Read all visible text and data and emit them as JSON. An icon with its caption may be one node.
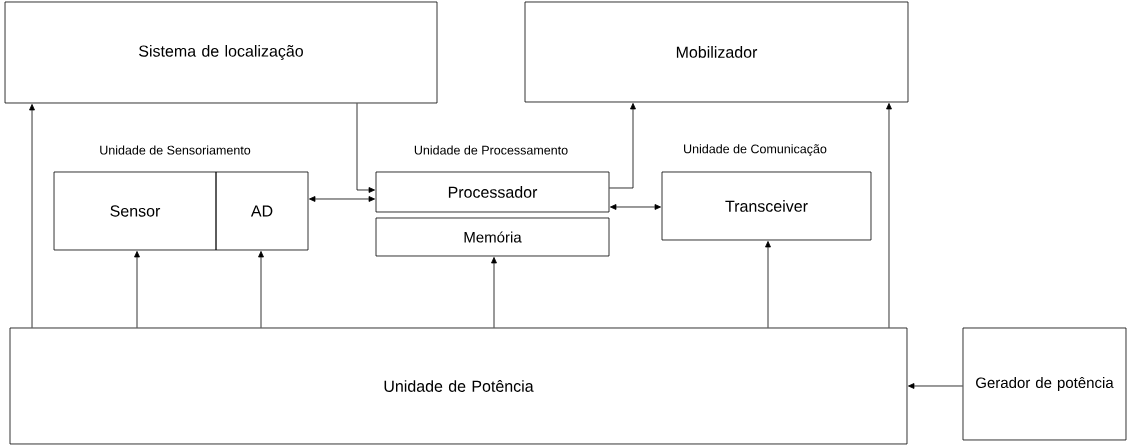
{
  "diagram": {
    "nodes": [
      {
        "text": [
          "Sistema de localização"
        ]
      },
      {
        "text": [
          "Mobilizador"
        ]
      },
      {
        "text": [
          "Sensor"
        ]
      },
      {
        "text": [
          "AD"
        ]
      },
      {
        "text": [
          "Processador"
        ]
      },
      {
        "text": [
          "Memória"
        ]
      },
      {
        "text": [
          "Transceiver"
        ]
      },
      {
        "text": [
          "Unidade de Potência"
        ]
      },
      {
        "text": [
          "Gerador de potência"
        ]
      }
    ],
    "edges": [
      {
        "from": 0,
        "to": 4,
        "arrow": "to"
      },
      {
        "from": 3,
        "to": 4,
        "arrow": "both"
      },
      {
        "from": 4,
        "to": 1,
        "arrow": "to"
      },
      {
        "from": 4,
        "to": 6,
        "arrow": "both"
      },
      {
        "from": 7,
        "to": 0,
        "arrow": "to"
      },
      {
        "from": 7,
        "to": 2,
        "arrow": "to"
      },
      {
        "from": 7,
        "to": 3,
        "arrow": "to"
      },
      {
        "from": 7,
        "to": 5,
        "arrow": "to"
      },
      {
        "from": 7,
        "to": 6,
        "arrow": "to"
      },
      {
        "from": 7,
        "to": 1,
        "arrow": "to"
      },
      {
        "from": 8,
        "to": 7,
        "arrow": "to"
      }
    ],
    "labels": [
      "Unidade de Sensoriamento",
      "Unidade de Processamento",
      "Unidade de Comunicação"
    ]
  }
}
